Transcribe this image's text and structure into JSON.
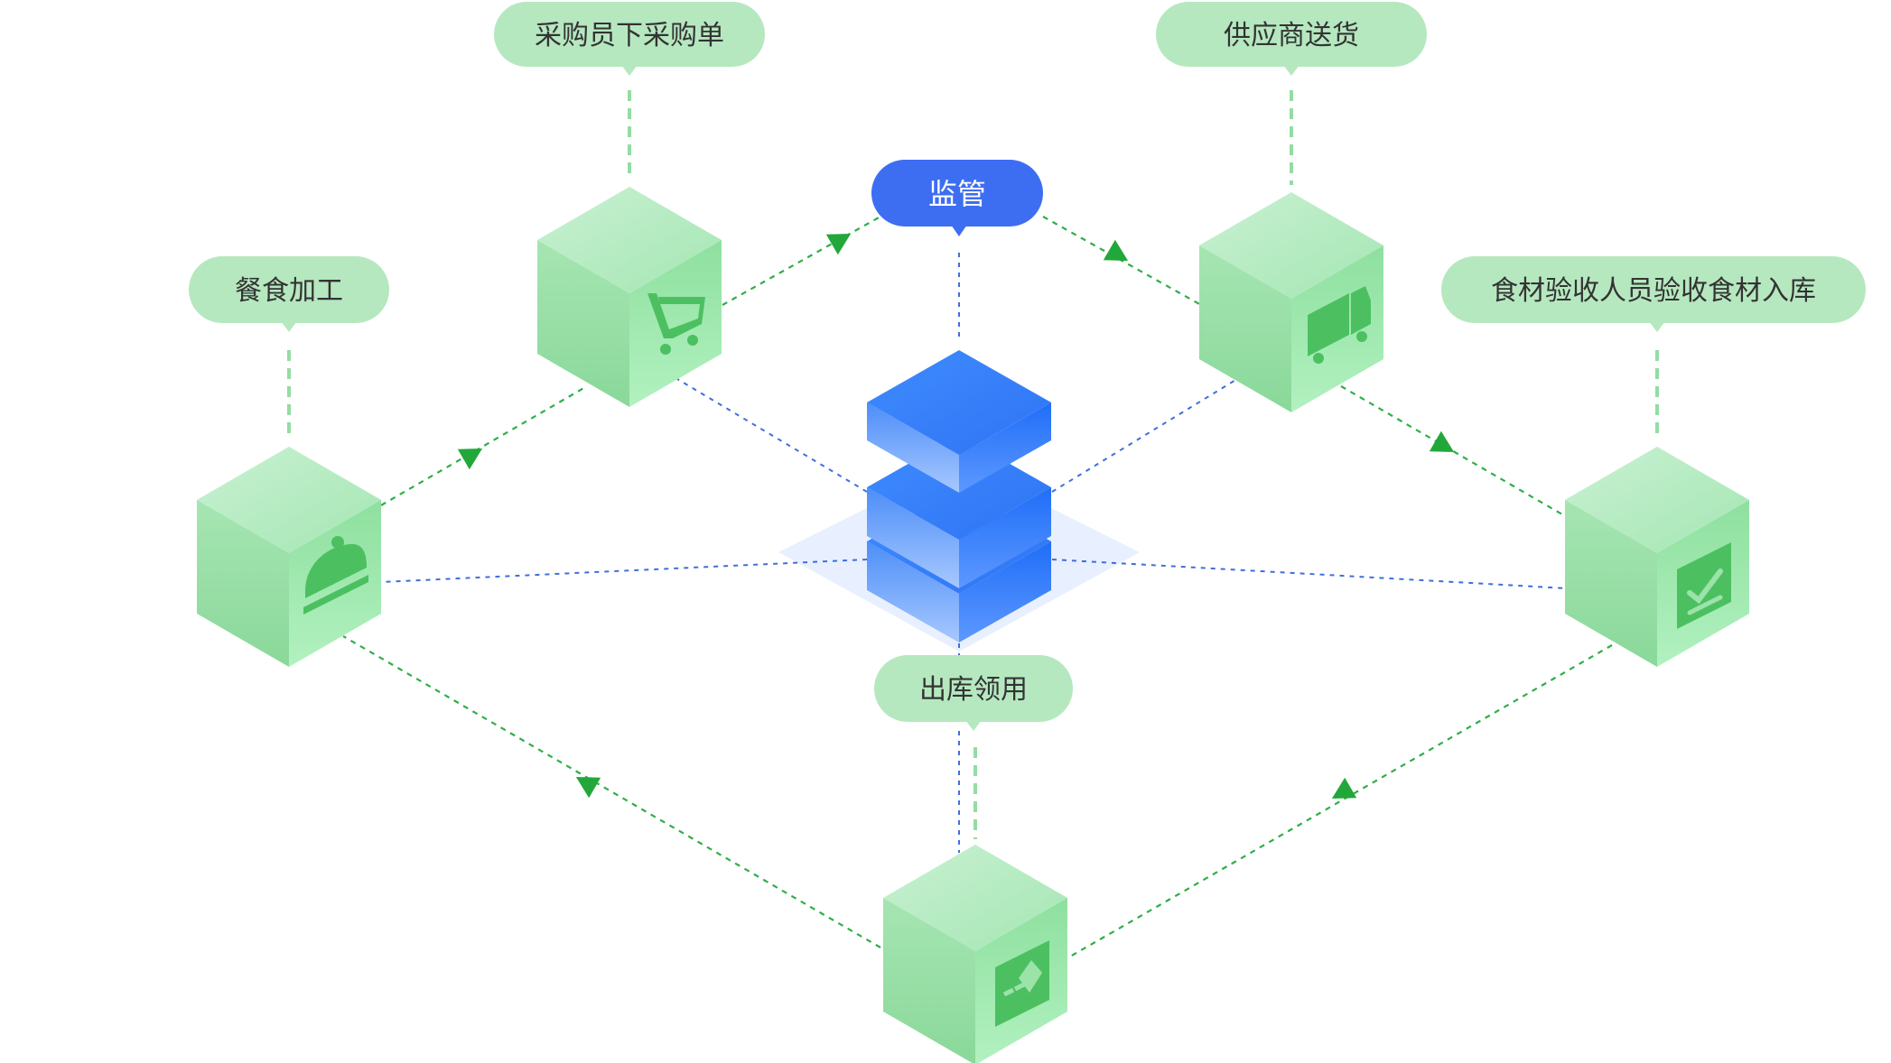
{
  "labels": {
    "center": "监管",
    "purchase": "采购员下采购单",
    "supplier": "供应商送货",
    "accept": "食材验收人员验收食材入库",
    "outbound": "出库领用",
    "cooking": "餐食加工"
  },
  "icons": {
    "purchase": "shopping-cart-icon",
    "supplier": "delivery-truck-icon",
    "accept": "checklist-icon",
    "outbound": "outbound-export-icon",
    "cooking": "food-cloche-icon"
  },
  "colors": {
    "accent_blue": "#3D6EF2",
    "cube_green": "#9BE3A8",
    "pill_green": "#B6E8C0",
    "arrow_green": "#22A83A",
    "icon_green": "#4CC061"
  }
}
